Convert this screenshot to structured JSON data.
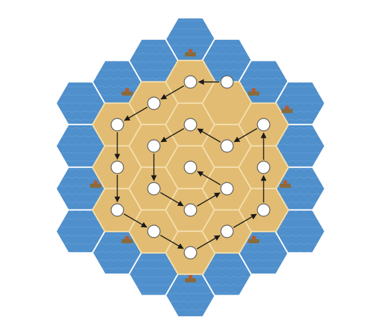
{
  "board": {
    "colors": {
      "sea": "#4f8fcb",
      "sea_stroke": "#ffffff",
      "land": "#e2bc72",
      "land_stroke": "#f3dfae",
      "circle_fill": "#ffffff",
      "circle_stroke": "#5b5b5b",
      "arrow": "#1a1a1a",
      "port_wood": "#8a6a3a",
      "port_cargo": "#b85a2a"
    },
    "sea_tile_count": 18,
    "land_tile_count": 19,
    "number_spot_count": 19,
    "harbors": [
      {
        "name": "harbor-north"
      },
      {
        "name": "harbor-north-east"
      },
      {
        "name": "harbor-north-west"
      },
      {
        "name": "harbor-east"
      },
      {
        "name": "harbor-west"
      },
      {
        "name": "harbor-south-east"
      },
      {
        "name": "harbor-south-west"
      },
      {
        "name": "harbor-south"
      },
      {
        "name": "harbor-upper-east"
      }
    ],
    "placement_order_description": "spiral"
  }
}
